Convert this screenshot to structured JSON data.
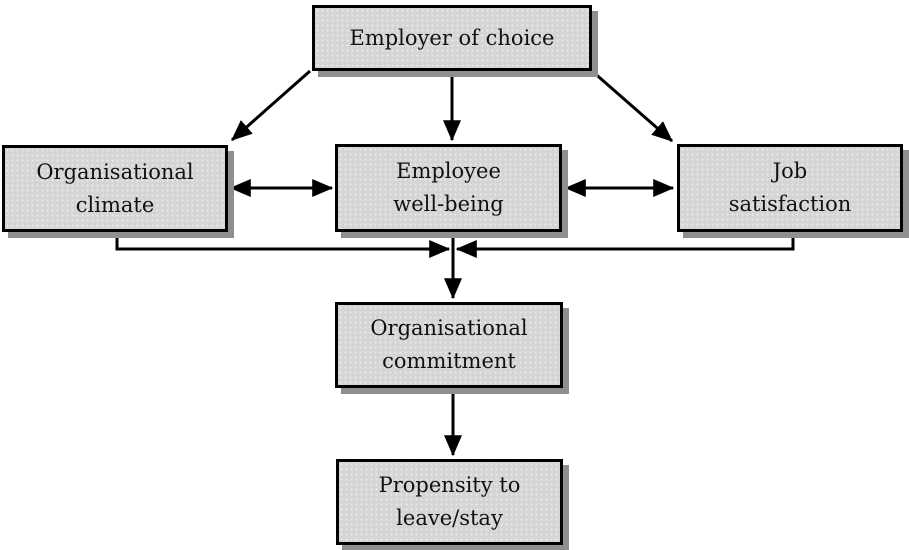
{
  "diagram": {
    "colors": {
      "background": "#ffffff",
      "box_fill": "#d5d5d5",
      "box_border": "#000000",
      "box_shadow": "#8f8f8f",
      "arrow": "#000000"
    },
    "nodes": [
      {
        "id": "employer-of-choice",
        "lines": [
          "Employer of choice"
        ]
      },
      {
        "id": "organisational-climate",
        "lines": [
          "Organisational",
          "climate"
        ]
      },
      {
        "id": "employee-well-being",
        "lines": [
          "Employee",
          "well-being"
        ]
      },
      {
        "id": "job-satisfaction",
        "lines": [
          "Job",
          "satisfaction"
        ]
      },
      {
        "id": "organisational-commitment",
        "lines": [
          "Organisational",
          "commitment"
        ]
      },
      {
        "id": "propensity-to-leave-stay",
        "lines": [
          "Propensity to",
          "leave/stay"
        ]
      }
    ],
    "edges": [
      {
        "from": "employer-of-choice",
        "to": "organisational-climate",
        "type": "directed"
      },
      {
        "from": "employer-of-choice",
        "to": "employee-well-being",
        "type": "directed"
      },
      {
        "from": "employer-of-choice",
        "to": "job-satisfaction",
        "type": "directed"
      },
      {
        "from": "organisational-climate",
        "to": "employee-well-being",
        "type": "bidirectional"
      },
      {
        "from": "employee-well-being",
        "to": "job-satisfaction",
        "type": "bidirectional"
      },
      {
        "from": "organisational-climate",
        "to": "organisational-commitment",
        "type": "directed"
      },
      {
        "from": "employee-well-being",
        "to": "organisational-commitment",
        "type": "directed"
      },
      {
        "from": "job-satisfaction",
        "to": "organisational-commitment",
        "type": "directed"
      },
      {
        "from": "organisational-commitment",
        "to": "propensity-to-leave-stay",
        "type": "directed"
      }
    ]
  }
}
